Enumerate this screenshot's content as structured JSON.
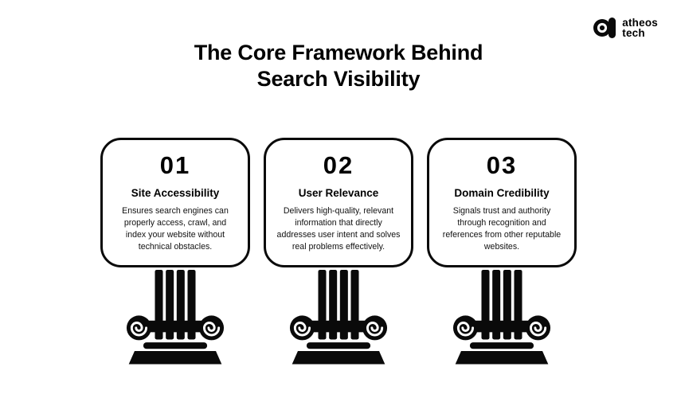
{
  "header": {
    "title_line1": "The Core Framework Behind",
    "title_line2": "Search Visibility",
    "logo": {
      "line1": "atheos",
      "line2": "tech"
    }
  },
  "pillars": [
    {
      "number": "01",
      "heading": "Site Accessibility",
      "description": "Ensures search engines can properly access, crawl, and index your website without technical obstacles."
    },
    {
      "number": "02",
      "heading": "User Relevance",
      "description": "Delivers high-quality, relevant information that directly addresses user intent and solves real problems effectively."
    },
    {
      "number": "03",
      "heading": "Domain Credibility",
      "description": "Signals trust and authority through recognition and references from other reputable websites."
    }
  ],
  "colors": {
    "background": "#ffffff",
    "ink": "#0a0a0a"
  }
}
